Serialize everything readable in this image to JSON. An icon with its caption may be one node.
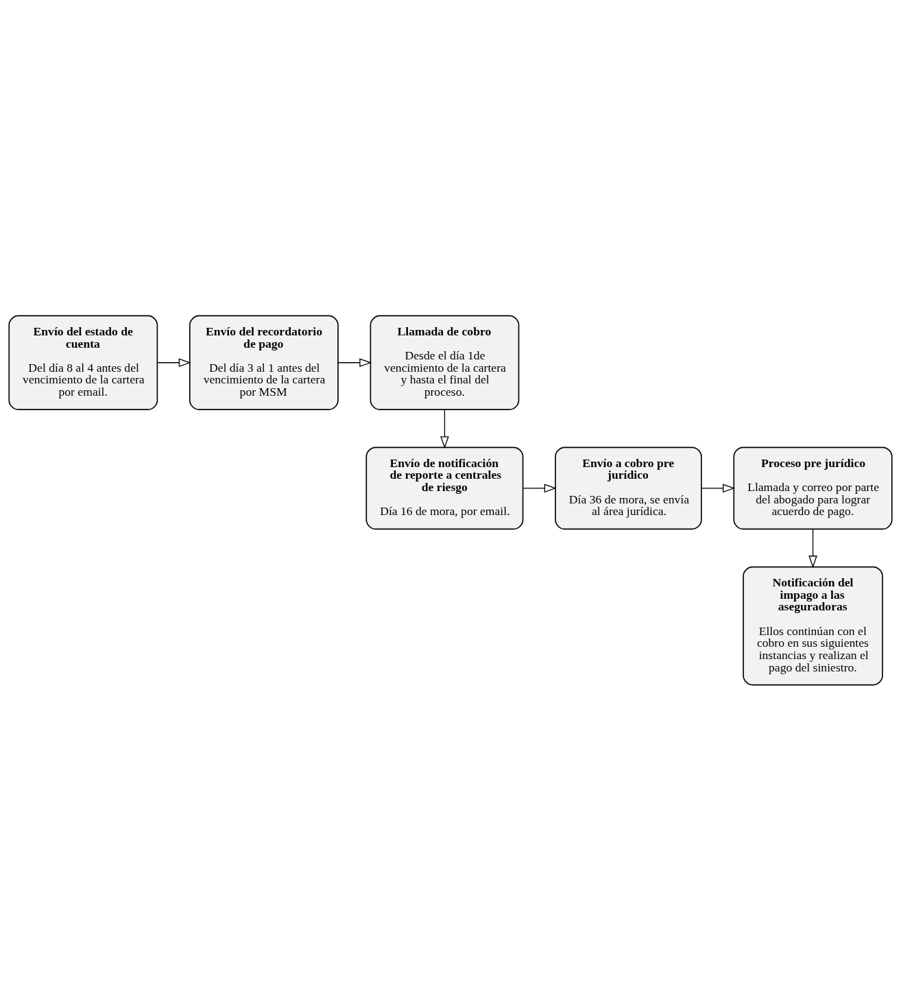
{
  "diagram": {
    "nodes": [
      {
        "text": [
          "Envío del estado de cuenta",
          "Del día 8 al 4 antes del vencimiento de la cartera por email."
        ]
      },
      {
        "text": [
          "Envío del recordatorio de pago",
          "Del día 3 al 1 antes del vencimiento de la cartera por MSM"
        ]
      },
      {
        "text": [
          "Llamada de cobro",
          "Desde el día 1de vencimiento de la cartera y hasta el final del proceso."
        ]
      },
      {
        "text": [
          "Envío de notificación de reporte a centrales de riesgo",
          "Día 16 de mora, por email."
        ]
      },
      {
        "text": [
          "Envío a cobro pre jurídico",
          "Día 36 de mora, se envía al área jurídica."
        ]
      },
      {
        "text": [
          "Proceso pre jurídico",
          "Llamada y correo por parte del abogado para lograr acuerdo de pago."
        ]
      },
      {
        "text": [
          "Notificación del impago a las aseguradoras",
          "Ellos continúan con el cobro en sus siguientes instancias y realizan el pago del siniestro."
        ]
      }
    ],
    "edges": [
      {
        "from": 0,
        "to": 1,
        "arrow": "to"
      },
      {
        "from": 1,
        "to": 2,
        "arrow": "to"
      },
      {
        "from": 2,
        "to": 3,
        "arrow": "to"
      },
      {
        "from": 3,
        "to": 4,
        "arrow": "to"
      },
      {
        "from": 4,
        "to": 5,
        "arrow": "to"
      },
      {
        "from": 5,
        "to": 6,
        "arrow": "to"
      }
    ]
  }
}
